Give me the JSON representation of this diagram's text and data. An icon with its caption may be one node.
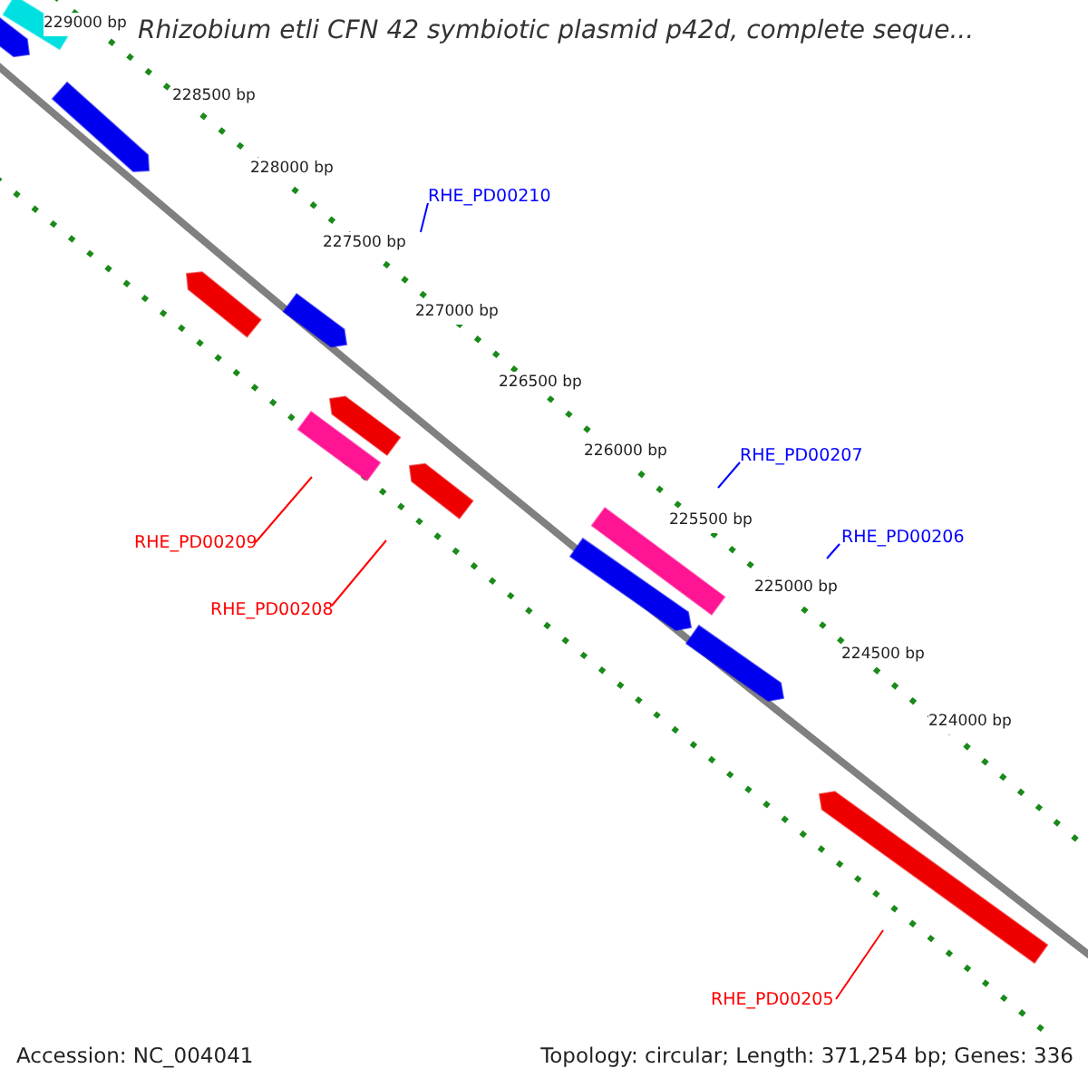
{
  "diagram": {
    "title": "Rhizobium etli CFN 42 symbiotic plasmid p42d, complete seque...",
    "nodes": [
      {
        "text": [
          "RHE_PD00210"
        ]
      },
      {
        "text": [
          "RHE_PD00207"
        ]
      },
      {
        "text": [
          "RHE_PD00206"
        ]
      },
      {
        "text": [
          "RHE_PD00209"
        ]
      },
      {
        "text": [
          "RHE_PD00208"
        ]
      },
      {
        "text": [
          "RHE_PD00205"
        ]
      }
    ],
    "edges": [
      {
        "from": 0,
        "to": null,
        "arrow": "none",
        "color": "#0000ff"
      },
      {
        "from": 1,
        "to": null,
        "arrow": "none",
        "color": "#0000ff"
      },
      {
        "from": 2,
        "to": null,
        "arrow": "none",
        "color": "#0000ff"
      },
      {
        "from": 3,
        "to": null,
        "arrow": "none",
        "color": "#ff0000"
      },
      {
        "from": 4,
        "to": null,
        "arrow": "none",
        "color": "#ff0000"
      },
      {
        "from": 5,
        "to": null,
        "arrow": "none",
        "color": "#ff0000"
      }
    ],
    "labels": [
      "229000 bp",
      "228500 bp",
      "228000 bp",
      "227500 bp",
      "227000 bp",
      "226500 bp",
      "226000 bp",
      "225500 bp",
      "225000 bp",
      "224500 bp",
      "224000 bp",
      "Accession: NC_004041",
      "Topology: circular; Length: 371,254 bp; Genes: 336"
    ]
  }
}
